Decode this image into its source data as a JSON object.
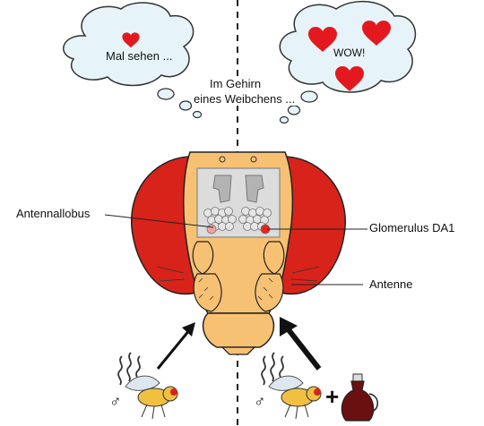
{
  "thoughts": {
    "left": "Mal sehen ...",
    "right": "WOW!"
  },
  "caption": {
    "line1": "Im Gehirn",
    "line2": "eines Weibchens ..."
  },
  "labels": {
    "antennal_lobe": "Antennallobus",
    "glomerulus": "Glomerulus DA1",
    "antenna": "Antenne"
  },
  "symbols": {
    "male_left": "♂",
    "male_right": "♂",
    "plus": "+"
  },
  "colors": {
    "eye_red": "#d8231b",
    "head_orange": "#f7c173",
    "brain_gray": "#dcdcdc",
    "glomerulus_red": "#e8231b",
    "glomerulus_pink": "#f4a0a0",
    "cloud_fill": "#e6f4f9",
    "heart_red": "#e3191f"
  },
  "icons": [
    "heart-icon",
    "fly-icon",
    "vinegar-bottle-icon",
    "odor-wave-icon",
    "arrow-icon"
  ]
}
